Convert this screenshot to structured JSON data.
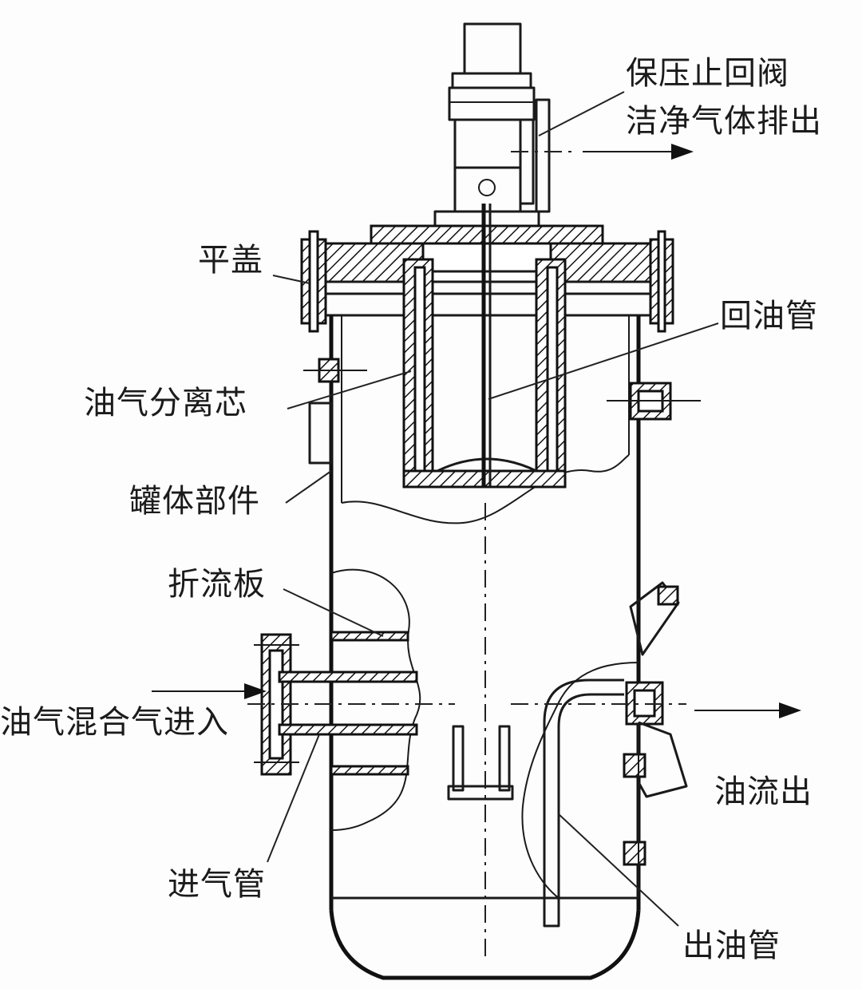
{
  "labels": {
    "check_valve": "保压止回阀",
    "clean_gas_out": "洁净气体排出",
    "flat_cover": "平盖",
    "return_oil_pipe": "回油管",
    "separator_element": "油气分离芯",
    "tank_body": "罐体部件",
    "baffle": "折流板",
    "mixture_in": "油气混合气进入",
    "oil_out": "油流出",
    "inlet_pipe": "进气管",
    "outlet_oil_pipe": "出油管"
  }
}
